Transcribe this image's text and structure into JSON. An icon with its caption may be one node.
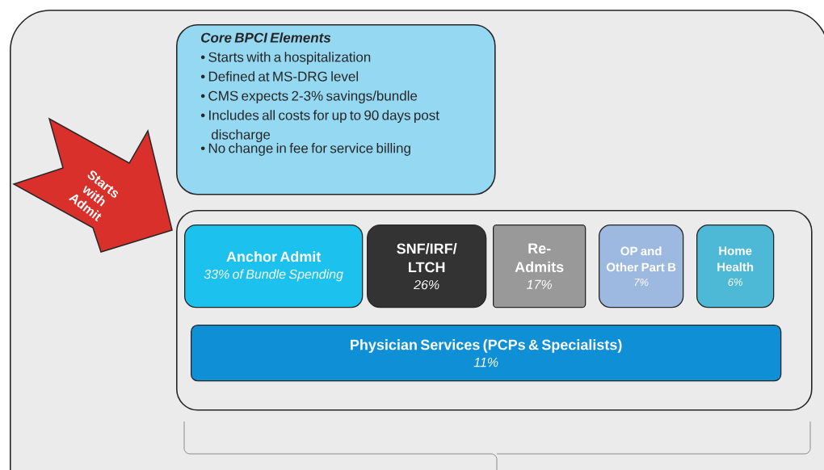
{
  "diagram": {
    "nodes": [
      {
        "text": [],
        "shape": "box"
      },
      {
        "text": [
          "Core BPCI Elements",
          "• Starts with a hospitalization",
          "• Defined at MS-DRG level",
          "• CMS expects 2-3% savings/bundle",
          "• Includes all costs for up to 90 days post discharge",
          "• No change in fee for service billing"
        ],
        "in": 0
      },
      {
        "text": [
          "Starts with Admit"
        ],
        "in": 0
      },
      {
        "text": [],
        "shape": "box",
        "in": 0
      },
      {
        "text": [
          "Anchor Admit",
          "33% of Bundle Spending"
        ],
        "in": 3
      },
      {
        "text": [
          "SNF/IRF/ LTCH",
          "26%"
        ],
        "in": 3
      },
      {
        "text": [
          "Re- Admits",
          "17%"
        ],
        "in": 3
      },
      {
        "text": [
          "OP and Other Part B",
          "7%"
        ],
        "in": 3
      },
      {
        "text": [
          "Home Health",
          "6%"
        ],
        "in": 3
      },
      {
        "text": [
          "Physician Services (PCPs & Specialists)",
          "11%"
        ],
        "in": 3
      }
    ]
  }
}
